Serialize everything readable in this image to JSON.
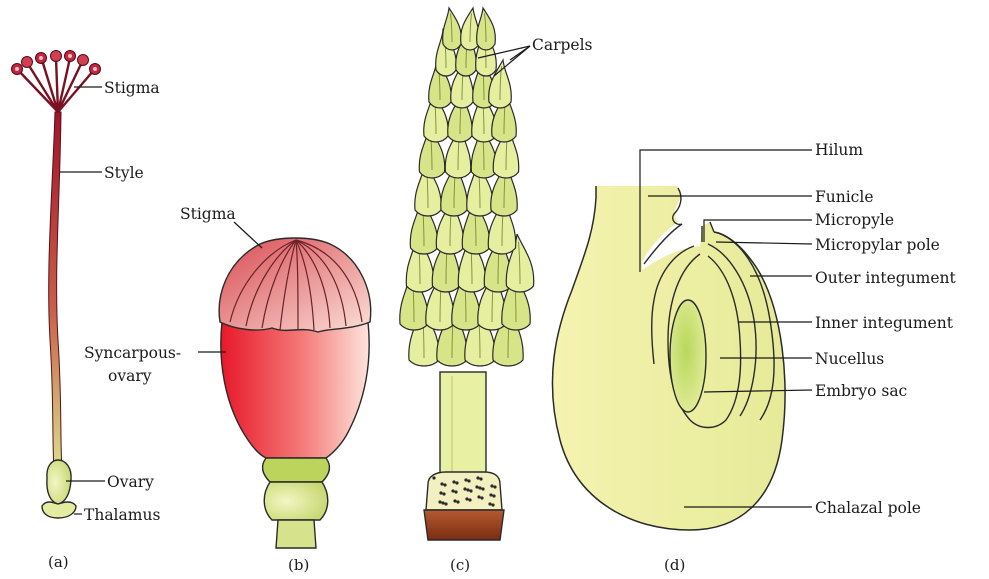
{
  "figure": {
    "a": {
      "caption": "(a)",
      "labels": {
        "stigma": "Stigma",
        "style": "Style",
        "ovary": "Ovary",
        "thalamus": "Thalamus"
      }
    },
    "b": {
      "caption": "(b)",
      "labels": {
        "stigma": "Stigma",
        "syncarpous_1": "Syncarpous-",
        "syncarpous_2": "ovary"
      }
    },
    "c": {
      "caption": "(c)",
      "labels": {
        "carpels": "Carpels"
      }
    },
    "d": {
      "caption": "(d)",
      "labels": {
        "hilum": "Hilum",
        "funicle": "Funicle",
        "micropyle": "Micropyle",
        "micropylar_pole": "Micropylar pole",
        "outer_integument": "Outer integument",
        "inner_integument": "Inner integument",
        "nucellus": "Nucellus",
        "embryo_sac": "Embryo sac",
        "chalazal_pole": "Chalazal pole"
      }
    }
  },
  "colors": {
    "pale_green": "#eef1a8",
    "green": "#c9dc74",
    "red": "#e8303a",
    "pink": "#f4b4b4",
    "brown": "#9a4a22",
    "maroon": "#7a1022"
  }
}
